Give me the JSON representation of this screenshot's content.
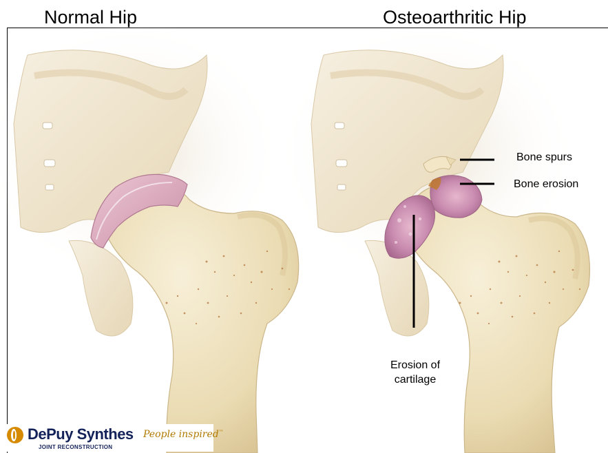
{
  "titles": {
    "left": "Normal Hip",
    "right": "Osteoarthritic Hip"
  },
  "labels": {
    "bone_spurs": "Bone spurs",
    "bone_erosion": "Bone erosion",
    "erosion_line1": "Erosion of",
    "erosion_line2": "cartilage"
  },
  "logo": {
    "brand": "DePuy Synthes",
    "tagline": "People inspired",
    "trademark": "™",
    "subline": "JOINT RECONSTRUCTION"
  },
  "colors": {
    "bone": "#eedfb8",
    "cartilage": "#d9a9bf",
    "brand_navy": "#14225a",
    "brand_gold": "#d68a00"
  }
}
